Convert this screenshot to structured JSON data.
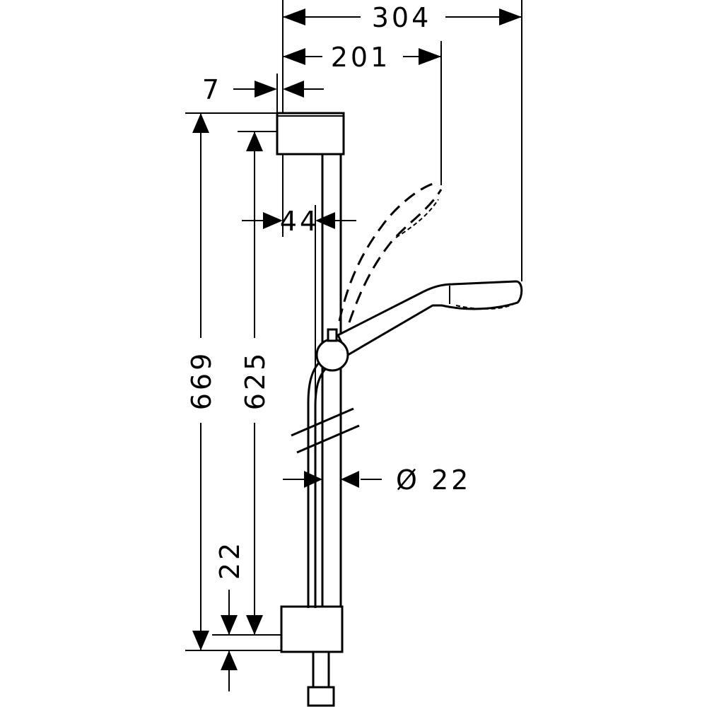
{
  "dimensions": {
    "overall_width": "304",
    "handshower_width": "201",
    "wall_offset": "7",
    "rail_offset": "44",
    "overall_height": "669",
    "rail_height": "625",
    "bottom_offset": "22",
    "rail_diameter": "Ø 22"
  }
}
